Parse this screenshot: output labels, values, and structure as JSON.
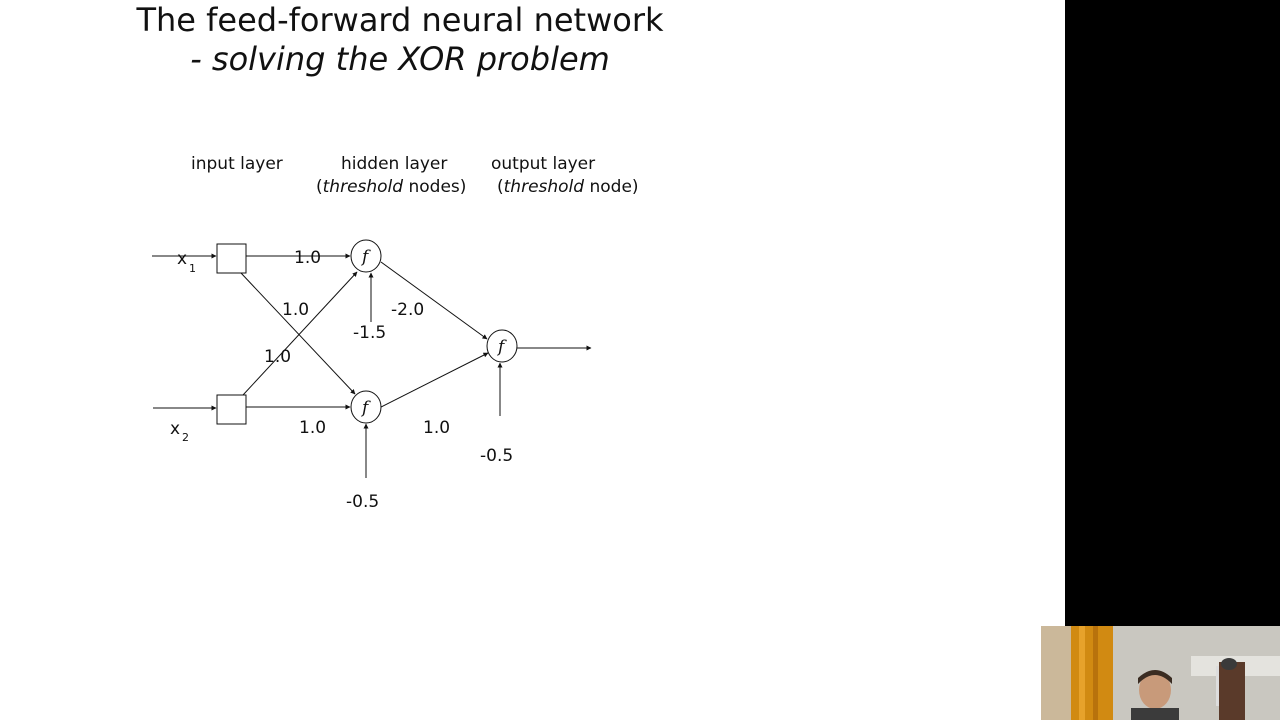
{
  "slide": {
    "title_line1": "The feed-forward neural network",
    "title_line2": "- solving the XOR problem"
  },
  "labels": {
    "input_layer": "input layer",
    "hidden_layer": "hidden layer",
    "hidden_paren_open": "(",
    "hidden_threshold": "threshold",
    "hidden_rest": " nodes)",
    "output_layer": "output layer",
    "output_paren_open": "(",
    "output_threshold": "threshold",
    "output_rest": " node)"
  },
  "network": {
    "inputs": [
      {
        "base": "x",
        "subscript": "1"
      },
      {
        "base": "x",
        "subscript": "2"
      }
    ],
    "node_symbol": "f",
    "weights": {
      "x1_to_h1": "1.0",
      "x1_to_h2": "1.0",
      "x2_to_h1": "1.0",
      "x2_to_h2": "1.0",
      "h1_to_out": "-2.0",
      "h2_to_out": "1.0"
    },
    "biases": {
      "h1": "-1.5",
      "h2": "-0.5",
      "out": "-0.5"
    }
  },
  "colors": {
    "side_panel": "#000000",
    "ink": "#111111"
  }
}
